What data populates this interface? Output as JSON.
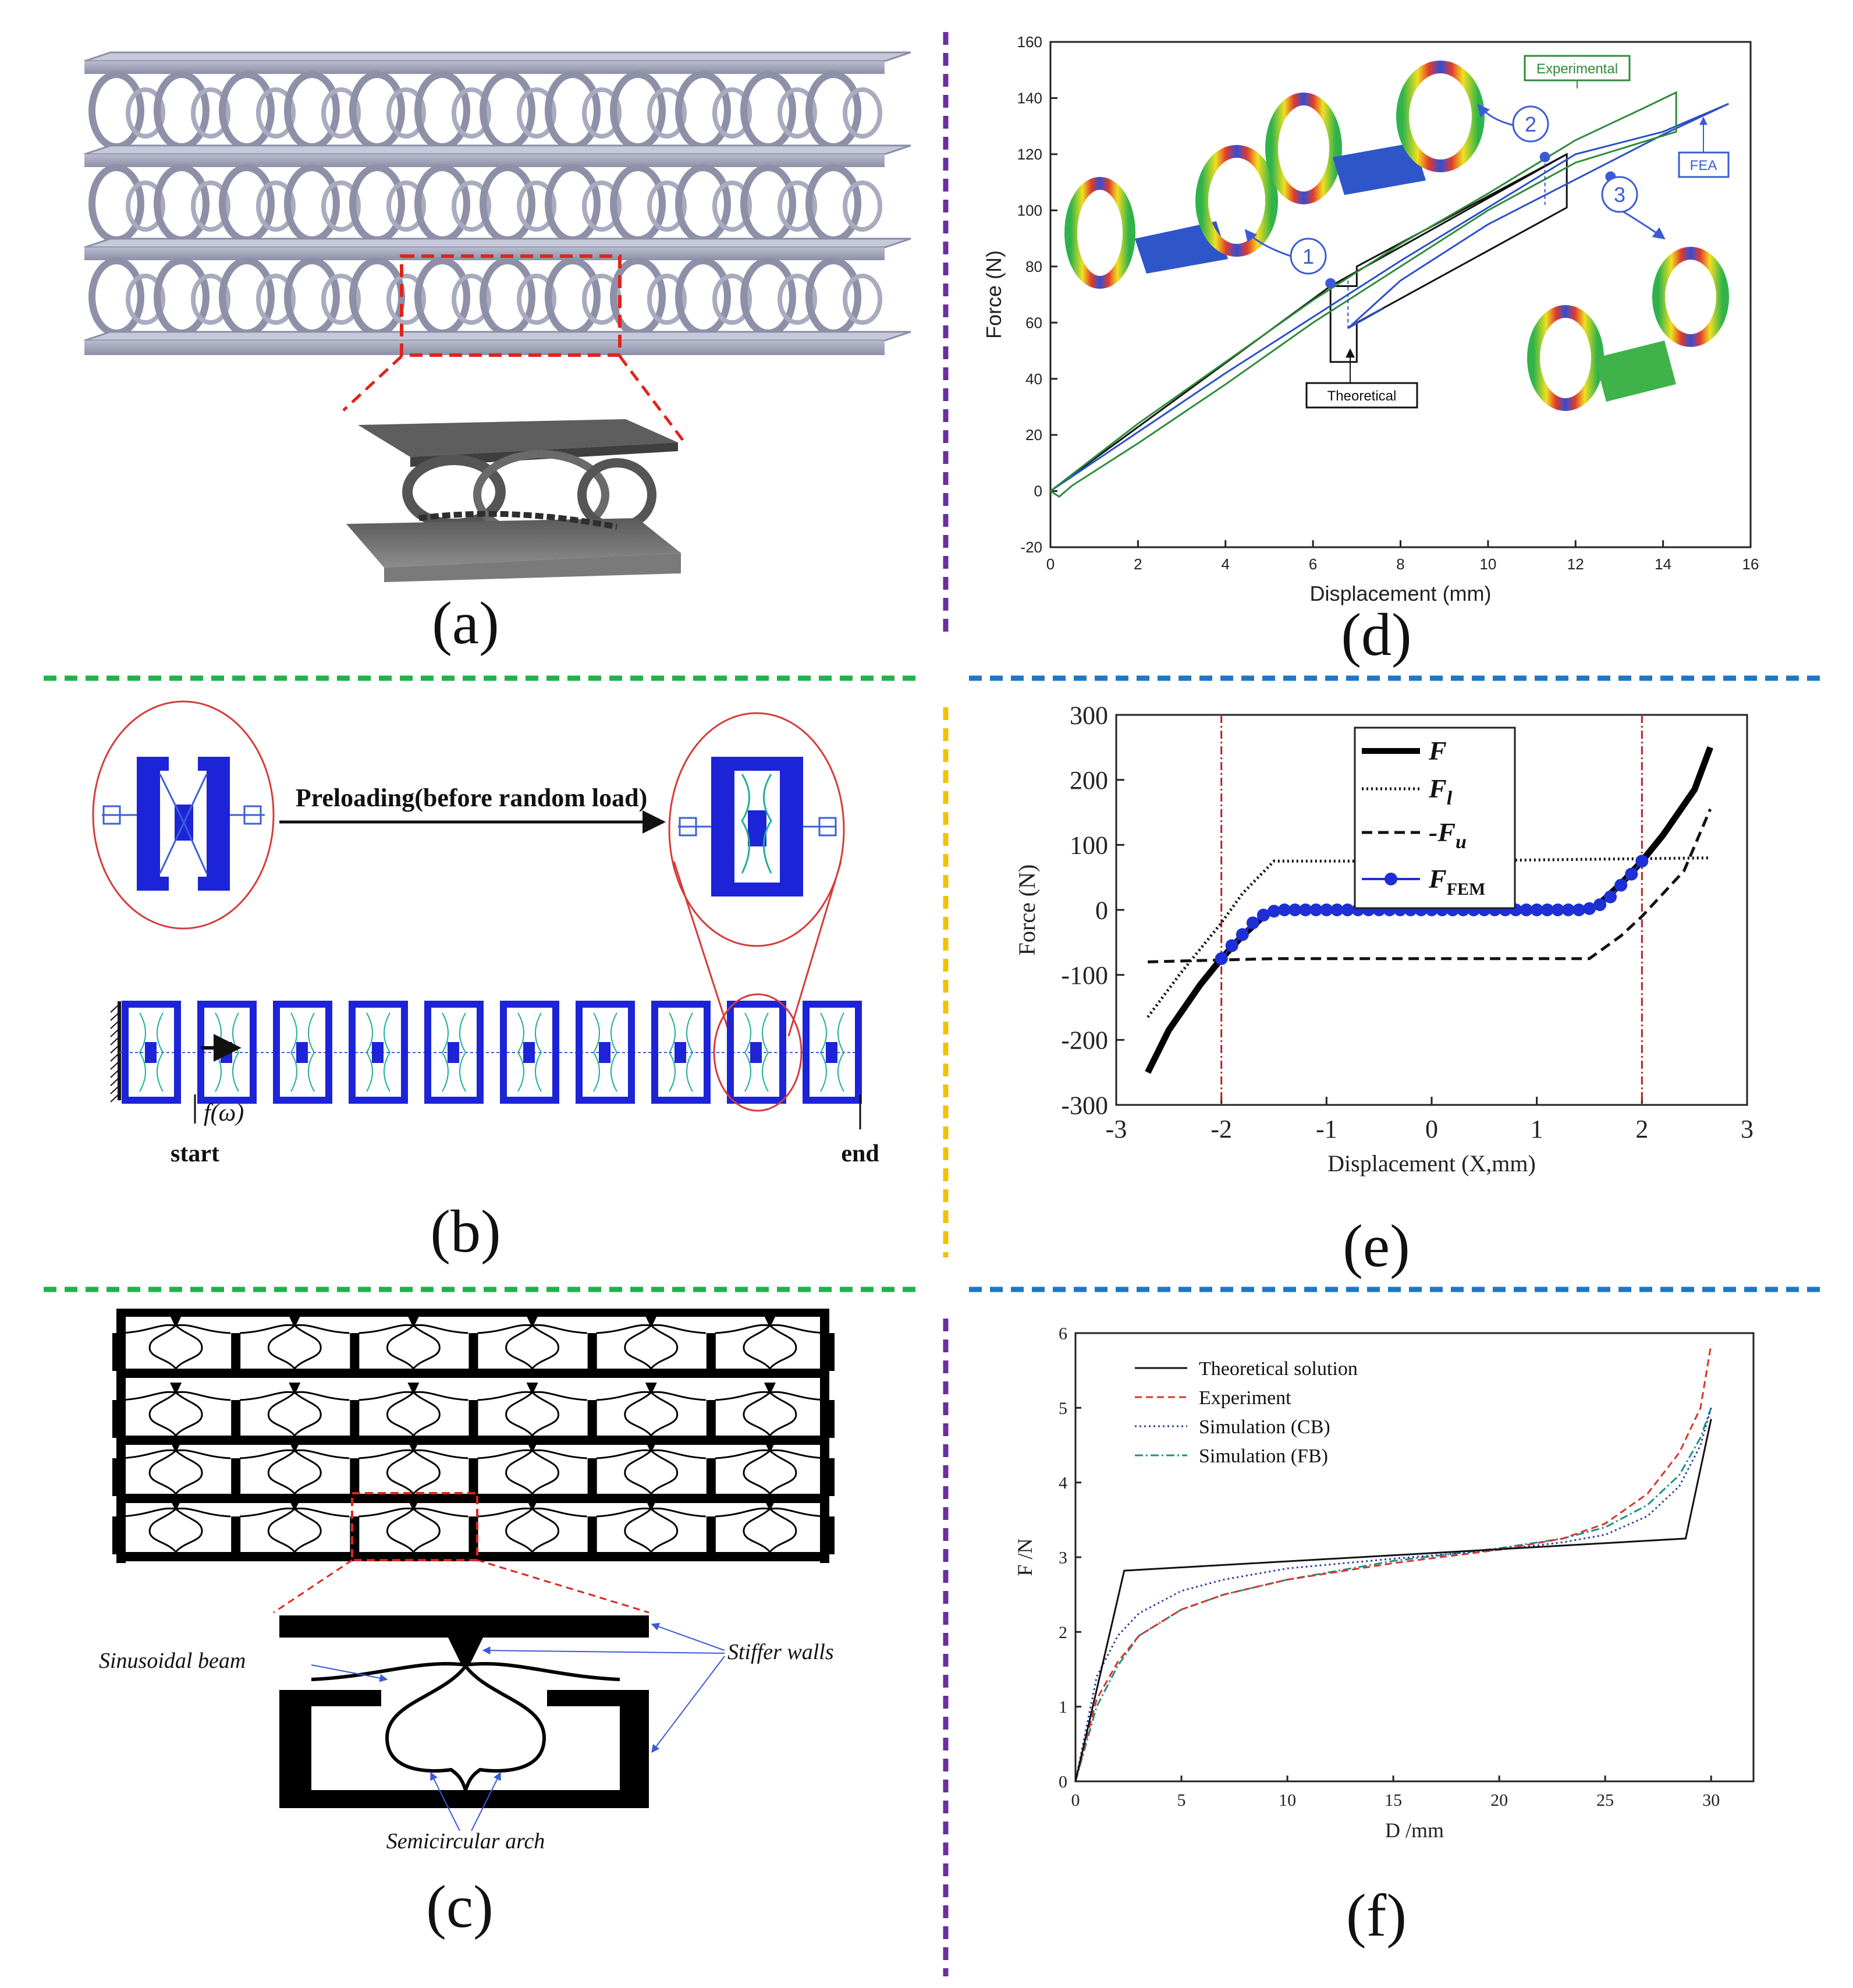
{
  "panels": {
    "a": {
      "letter": "(a)"
    },
    "b": {
      "letter": "(b)",
      "arrow_label": "Preloading(before random load)",
      "force_label": "f(ω)",
      "start_label": "start",
      "end_label": "end"
    },
    "c": {
      "letter": "(c)",
      "beam_label": "Sinusoidal beam",
      "walls_label": "Stiffer walls",
      "arch_label": "Semicircular arch"
    },
    "d": {
      "letter": "(d)",
      "experimental_label": "Experimental",
      "fea_label": "FEA",
      "theoretical_label": "Theoretical",
      "markers": [
        "1",
        "2",
        "3"
      ]
    },
    "e": {
      "letter": "(e)"
    },
    "f": {
      "letter": "(f)"
    }
  },
  "colors": {
    "purple_divider": "#6a2fa0",
    "green_divider": "#22b14c",
    "blue_divider": "#1f77c4",
    "yellow_divider": "#f2c200",
    "experimental": "#2e8b3a",
    "fea": "#2b4ec9",
    "theoretical": "#111111",
    "fem_marker": "#1e2fd6",
    "cb_sim": "#2a3aa8",
    "fb_sim": "#1f8f86",
    "experiment_f": "#d9342b"
  },
  "chart_data": [
    {
      "id": "d",
      "type": "line",
      "xlabel": "Displacement (mm)",
      "ylabel": "Force (N)",
      "xlim": [
        0,
        16
      ],
      "ylim": [
        -20,
        160
      ],
      "xticks": [
        0,
        2,
        4,
        6,
        8,
        10,
        12,
        14,
        16
      ],
      "yticks": [
        -20,
        0,
        20,
        40,
        60,
        80,
        100,
        120,
        140,
        160
      ],
      "series": [
        {
          "name": "Experimental",
          "x": [
            0,
            0.5,
            2,
            4,
            6,
            8,
            10,
            12,
            13.5,
            14.3,
            14.3,
            12,
            10,
            8,
            6,
            4,
            2,
            0.5,
            0.2,
            0
          ],
          "y": [
            0,
            6,
            24,
            46,
            68,
            88,
            106,
            125,
            136,
            142,
            128,
            117,
            100,
            80,
            60,
            38,
            17,
            2,
            -2,
            0
          ]
        },
        {
          "name": "FEA",
          "x": [
            0,
            2,
            4,
            6,
            8,
            10,
            12,
            14,
            15.5,
            14,
            12,
            10,
            8,
            6.8,
            7.6
          ],
          "y": [
            0,
            21,
            42,
            62,
            82,
            101,
            120,
            128,
            138,
            127,
            111,
            95,
            75,
            58,
            65
          ]
        },
        {
          "name": "Theoretical",
          "x": [
            0,
            6.4,
            6.4,
            7.0,
            7.0,
            11.8,
            11.8,
            7.0,
            7.0,
            6.4,
            11.8
          ],
          "y": [
            0,
            73,
            46,
            46,
            60,
            101,
            120,
            80,
            73,
            73,
            120
          ]
        }
      ],
      "points": [
        {
          "x": 6.4,
          "y": 74
        },
        {
          "x": 11.3,
          "y": 119
        },
        {
          "x": 12.8,
          "y": 112
        }
      ]
    },
    {
      "id": "e",
      "type": "line",
      "xlabel": "Displacement (X,mm)",
      "ylabel": "Force (N)",
      "xlim": [
        -3,
        3
      ],
      "ylim": [
        -300,
        300
      ],
      "xticks": [
        -3,
        -2,
        -1,
        0,
        1,
        2,
        3
      ],
      "yticks": [
        -300,
        -200,
        -100,
        0,
        100,
        200,
        300
      ],
      "vlines": [
        -2,
        2
      ],
      "series": [
        {
          "name": "F",
          "x": [
            -2.7,
            -2.5,
            -2.2,
            -2.0,
            -1.8,
            -1.6,
            -1.5,
            -1.0,
            0,
            1.0,
            1.5,
            1.6,
            1.8,
            2.0,
            2.2,
            2.5,
            2.65
          ],
          "y": [
            -250,
            -185,
            -115,
            -75,
            -40,
            -10,
            0,
            0,
            0,
            0,
            0,
            10,
            40,
            75,
            115,
            185,
            250
          ]
        },
        {
          "name": "F_l",
          "x": [
            -2.7,
            -2.4,
            -2.0,
            -1.8,
            -1.5,
            0,
            2.65
          ],
          "y": [
            -165,
            -100,
            -20,
            25,
            75,
            75,
            80
          ]
        },
        {
          "name": "-F_u",
          "x": [
            -2.7,
            -1.5,
            0,
            1.5,
            1.8,
            2.0,
            2.4,
            2.65
          ],
          "y": [
            -80,
            -75,
            -75,
            -75,
            -40,
            -10,
            60,
            155
          ]
        },
        {
          "name": "F_FEM",
          "x": [
            -2.0,
            -1.9,
            -1.8,
            -1.7,
            -1.6,
            -1.5,
            -1.4,
            -1.3,
            -1.2,
            -1.1,
            -1.0,
            -0.9,
            -0.8,
            -0.7,
            -0.6,
            -0.5,
            -0.4,
            -0.3,
            -0.2,
            -0.1,
            0,
            0.1,
            0.2,
            0.3,
            0.4,
            0.5,
            0.6,
            0.7,
            0.8,
            0.9,
            1.0,
            1.1,
            1.2,
            1.3,
            1.4,
            1.5,
            1.6,
            1.7,
            1.8,
            1.9,
            2.0
          ],
          "y": [
            -75,
            -55,
            -38,
            -20,
            -8,
            -2,
            0,
            0,
            0,
            0,
            0,
            0,
            0,
            0,
            0,
            0,
            0,
            0,
            0,
            0,
            0,
            0,
            0,
            0,
            0,
            0,
            0,
            0,
            0,
            0,
            0,
            0,
            0,
            0,
            0,
            2,
            8,
            20,
            38,
            55,
            75
          ]
        }
      ],
      "legend": {
        "position": "top-center"
      }
    },
    {
      "id": "f",
      "type": "line",
      "xlabel": "D /mm",
      "ylabel": "F /N",
      "xlim": [
        0,
        32
      ],
      "ylim": [
        0,
        6
      ],
      "xticks": [
        0,
        5,
        10,
        15,
        20,
        25,
        30
      ],
      "yticks": [
        0,
        1,
        2,
        3,
        4,
        5,
        6
      ],
      "series": [
        {
          "name": "Theoretical solution",
          "x": [
            0,
            2.3,
            28.8,
            30
          ],
          "y": [
            0,
            2.82,
            3.25,
            4.85
          ]
        },
        {
          "name": "Experiment",
          "x": [
            0,
            1,
            2,
            3,
            5,
            7,
            10,
            15,
            20,
            23,
            25,
            27,
            28.5,
            29.5,
            30
          ],
          "y": [
            0,
            1.1,
            1.6,
            1.95,
            2.3,
            2.5,
            2.7,
            2.92,
            3.1,
            3.25,
            3.45,
            3.85,
            4.4,
            5.0,
            5.85
          ]
        },
        {
          "name": "Simulation (CB)",
          "x": [
            0,
            1,
            2,
            3,
            5,
            7,
            10,
            15,
            20,
            23,
            25,
            27,
            28.5,
            29.5,
            30
          ],
          "y": [
            0,
            1.4,
            1.95,
            2.25,
            2.55,
            2.7,
            2.85,
            2.98,
            3.1,
            3.2,
            3.3,
            3.55,
            3.95,
            4.5,
            5.0
          ]
        },
        {
          "name": "Simulation (FB)",
          "x": [
            0,
            1,
            2,
            3,
            5,
            7,
            10,
            15,
            20,
            23,
            25,
            27,
            28.5,
            29.5,
            30
          ],
          "y": [
            0,
            1.0,
            1.55,
            1.95,
            2.3,
            2.5,
            2.7,
            2.95,
            3.12,
            3.25,
            3.4,
            3.7,
            4.1,
            4.6,
            5.0
          ]
        }
      ],
      "legend": {
        "position": "top-left"
      }
    }
  ]
}
